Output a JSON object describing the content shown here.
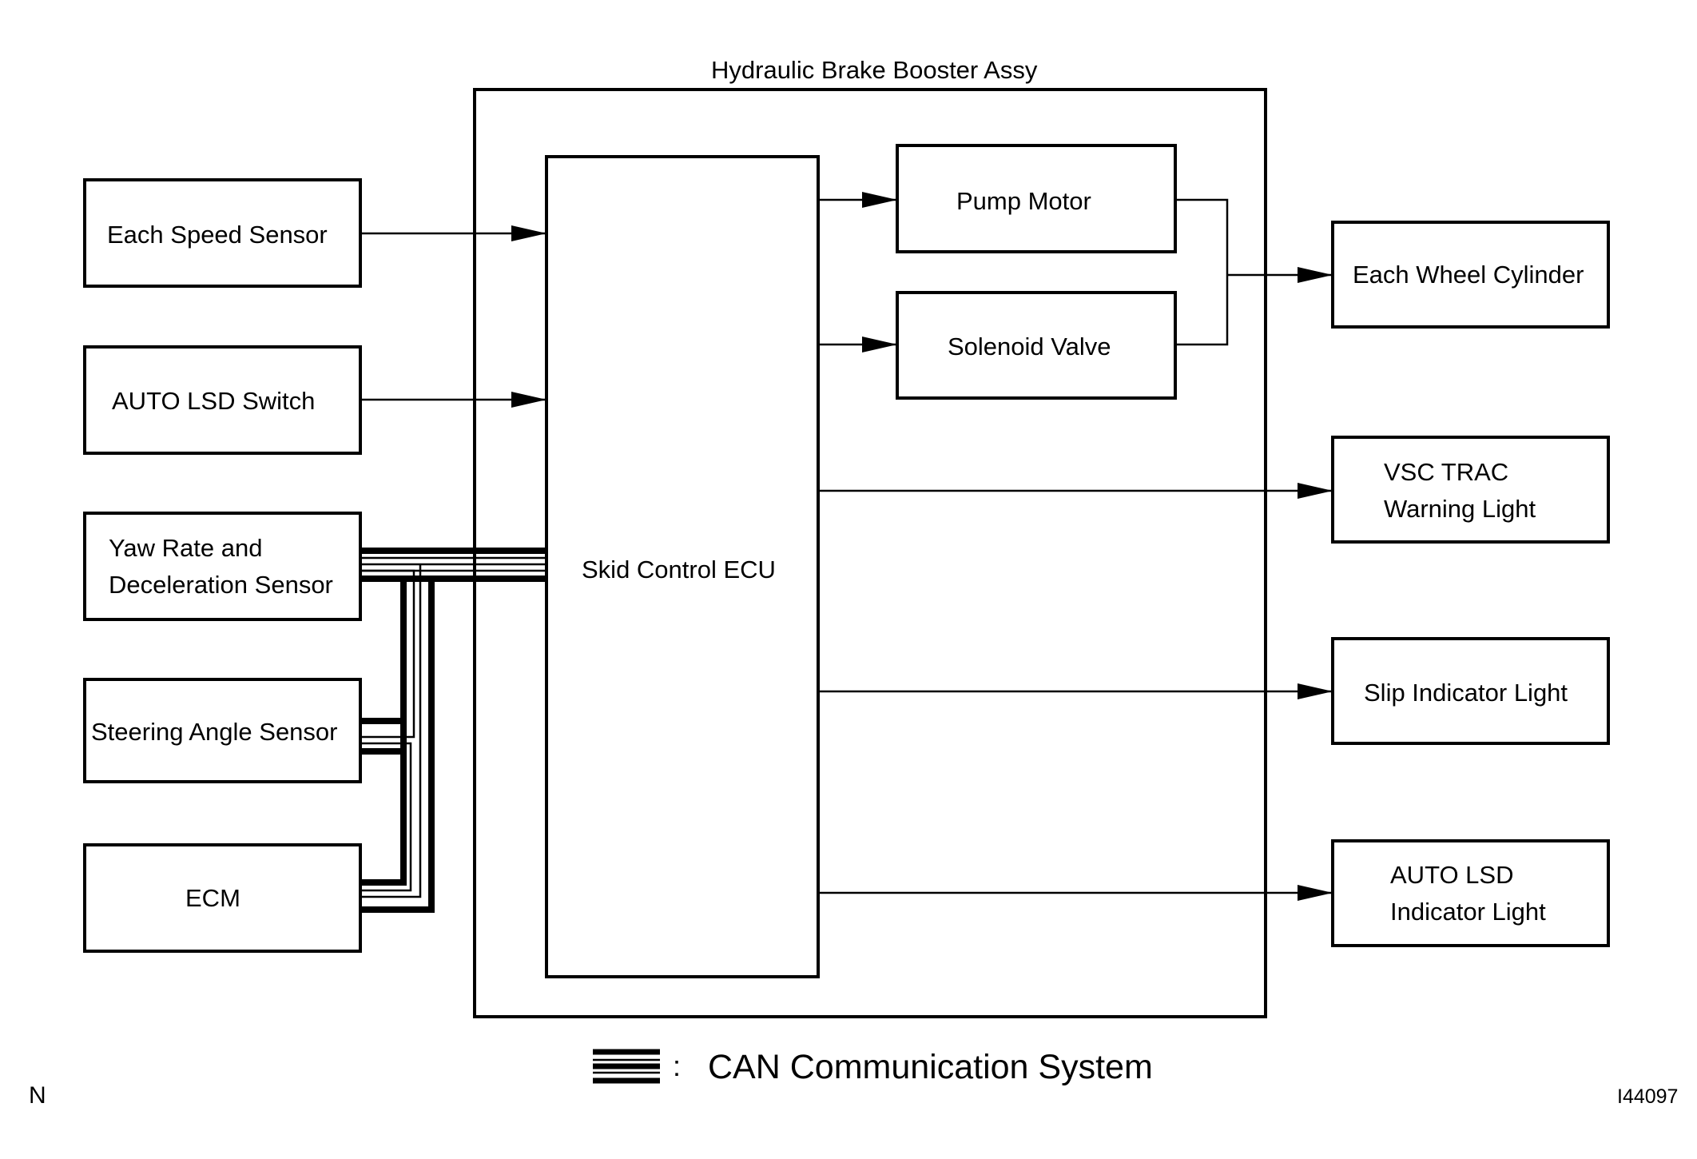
{
  "assembly": {
    "title": "Hydraulic Brake Booster Assy"
  },
  "inputs": {
    "each_speed_sensor": "Each Speed Sensor",
    "auto_lsd_switch": "AUTO LSD Switch",
    "yaw_rate_sensor": [
      "Yaw Rate and",
      "Deceleration Sensor"
    ],
    "steering_angle_sensor": "Steering Angle Sensor",
    "ecm": "ECM"
  },
  "ecu": {
    "label": "Skid Control ECU"
  },
  "actuators": {
    "pump_motor": "Pump Motor",
    "solenoid_valve": "Solenoid Valve"
  },
  "outputs": {
    "each_wheel_cylinder": "Each Wheel Cylinder",
    "vsc_trac_warning_light": [
      "VSC TRAC",
      "Warning Light"
    ],
    "slip_indicator_light": "Slip Indicator Light",
    "auto_lsd_indicator_light": [
      "AUTO LSD",
      "Indicator Light"
    ]
  },
  "legend": {
    "colon": ":",
    "text": "CAN Communication System"
  },
  "corner": {
    "left": "N",
    "right": "I44097"
  }
}
